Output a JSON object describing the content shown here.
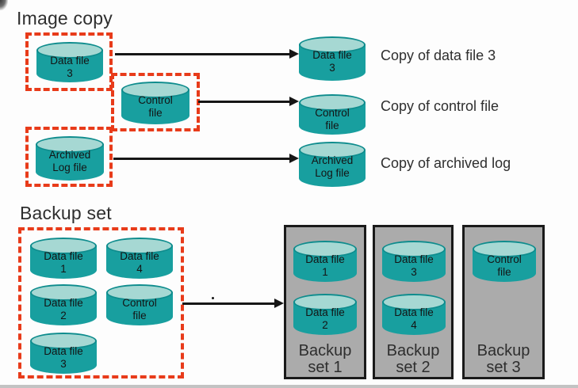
{
  "colors": {
    "accent_red": "#e83b1a",
    "cylinder_body": "#189f9f",
    "cylinder_top": "#a6d8d3",
    "cylinder_rim": "#0e8c8d",
    "arrow_black": "#161616",
    "set_box_fill": "#ababab",
    "set_box_border": "#1a1a1a",
    "text_dark": "#2e2e2e"
  },
  "image_copy": {
    "title": "Image copy",
    "sources": [
      {
        "label": "Data file\n3"
      },
      {
        "label": "Control\nfile"
      },
      {
        "label": "Archived\nLog file"
      }
    ],
    "copies": [
      {
        "label": "Data file\n3",
        "caption": "Copy of data file 3"
      },
      {
        "label": "Control\nfile",
        "caption": "Copy of control file"
      },
      {
        "label": "Archived\nLog file",
        "caption": "Copy of archived log"
      }
    ]
  },
  "backup_set": {
    "title": "Backup set",
    "source_files": [
      "Data file\n1",
      "Data file\n4",
      "Data file\n2",
      "Control\nfile",
      "Data file\n3"
    ],
    "sets": [
      {
        "name": "Backup\nset 1",
        "files": [
          "Data file\n1",
          "Data file\n2"
        ]
      },
      {
        "name": "Backup\nset 2",
        "files": [
          "Data file\n3",
          "Data file\n4"
        ]
      },
      {
        "name": "Backup\nset 3",
        "files": [
          "Control\nfile"
        ]
      }
    ]
  }
}
